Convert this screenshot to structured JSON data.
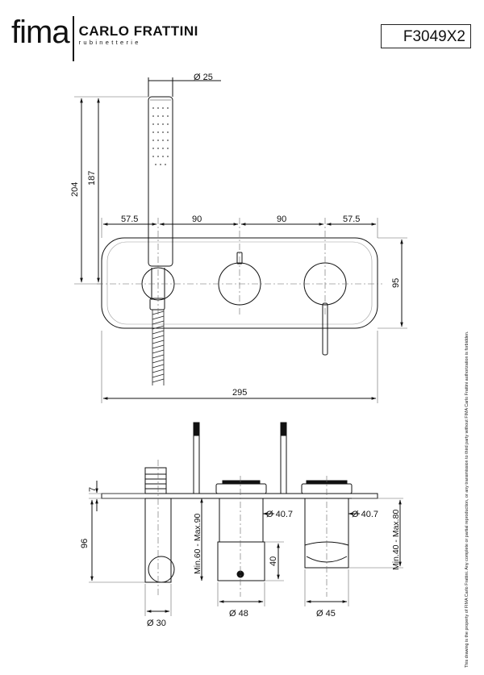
{
  "brand": {
    "logo_main": "fima",
    "logo_partner": "CARLO FRATTINI",
    "logo_sub": "rubinetterie"
  },
  "product_code": "F3049X2",
  "legal_note": "This drawing is the property of FIMA Carlo Frattini. Any complete or partial reproduction, or any transmission to third party without FIMA Carlo Frattini authorization is forbidden.",
  "front_view": {
    "dia_handshower": "Ø 25",
    "height_total": "204",
    "height_handshower": "187",
    "spacing": [
      "57.5",
      "90",
      "90",
      "57.5"
    ],
    "plate_height": "95",
    "plate_width": "295"
  },
  "section_view": {
    "depth_plate": "7",
    "depth_hose": "96",
    "range_left": "Min.60 - Max.90",
    "range_right": "Min.40 - Max.80",
    "dia_left_stem": "Ø 40.7",
    "dia_right_stem": "Ø 40.7",
    "dia_outlet": "Ø 30",
    "dia_body_left": "Ø 48",
    "dia_body_right": "Ø 45",
    "height_body": "40"
  }
}
